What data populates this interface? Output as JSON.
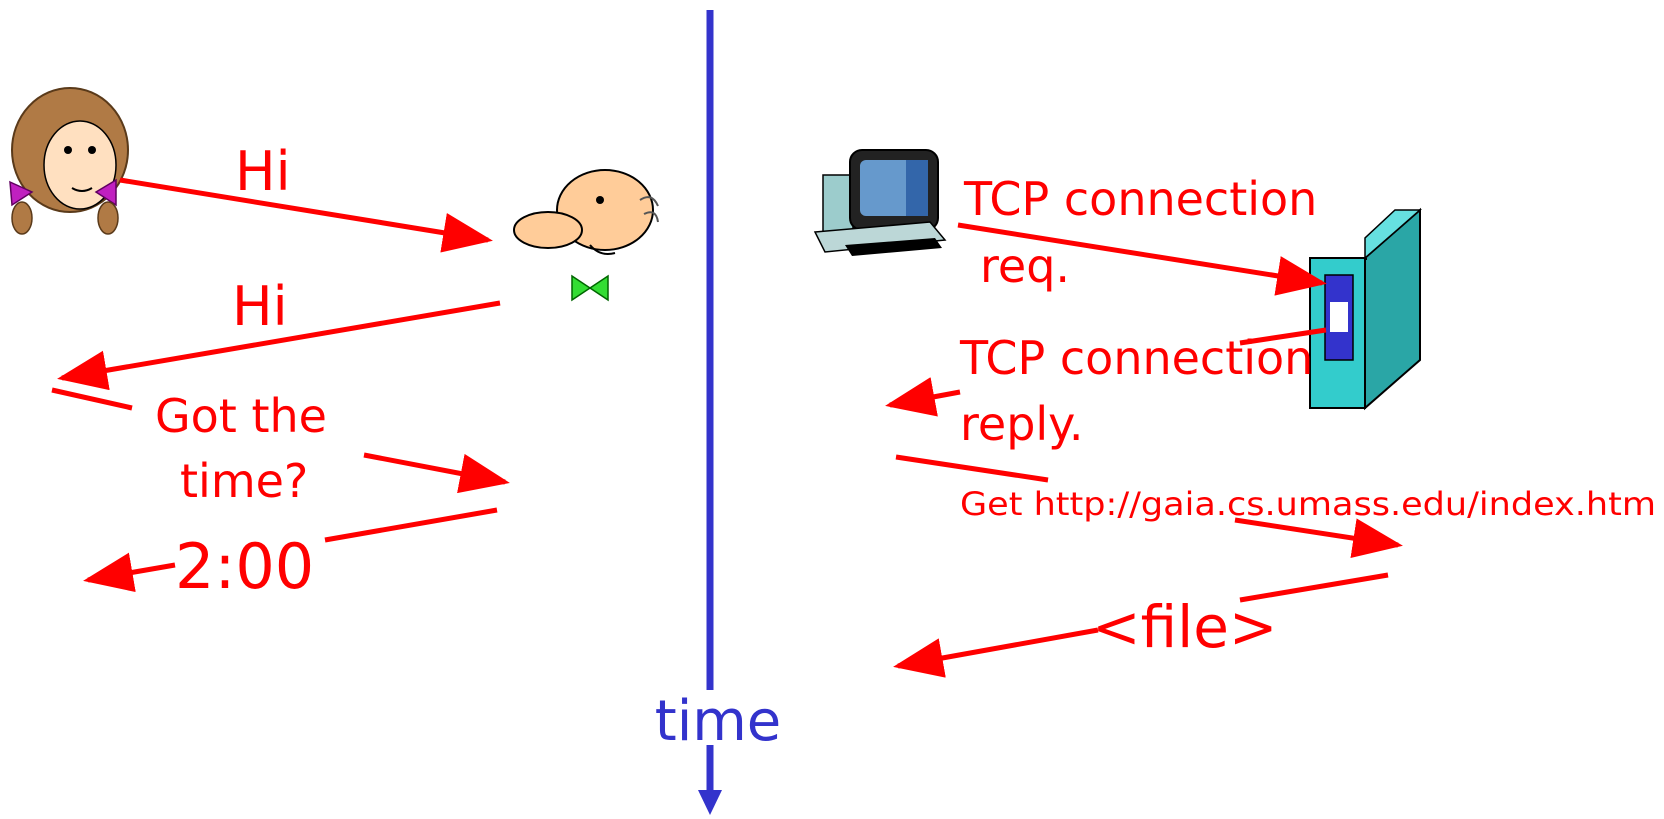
{
  "colors": {
    "message": "#ff0000",
    "timeline": "#3333cc",
    "server": "#33cccc",
    "server_panel": "#3333cc"
  },
  "icons": {
    "human_sender": "girl-icon",
    "human_receiver": "man-icon",
    "client": "computer-icon",
    "server": "server-icon"
  },
  "timeline": {
    "label": "time"
  },
  "human": {
    "msg1": "Hi",
    "msg2": "Hi",
    "msg3_line1": "Got the",
    "msg3_line2": "time?",
    "msg4": "2:00"
  },
  "network": {
    "req_line1": "TCP connection",
    "req_line2": "req.",
    "reply_line1": "TCP connection",
    "reply_line2": "reply.",
    "get": "Get http://gaia.cs.umass.edu/index.htm",
    "file": "<file>"
  }
}
